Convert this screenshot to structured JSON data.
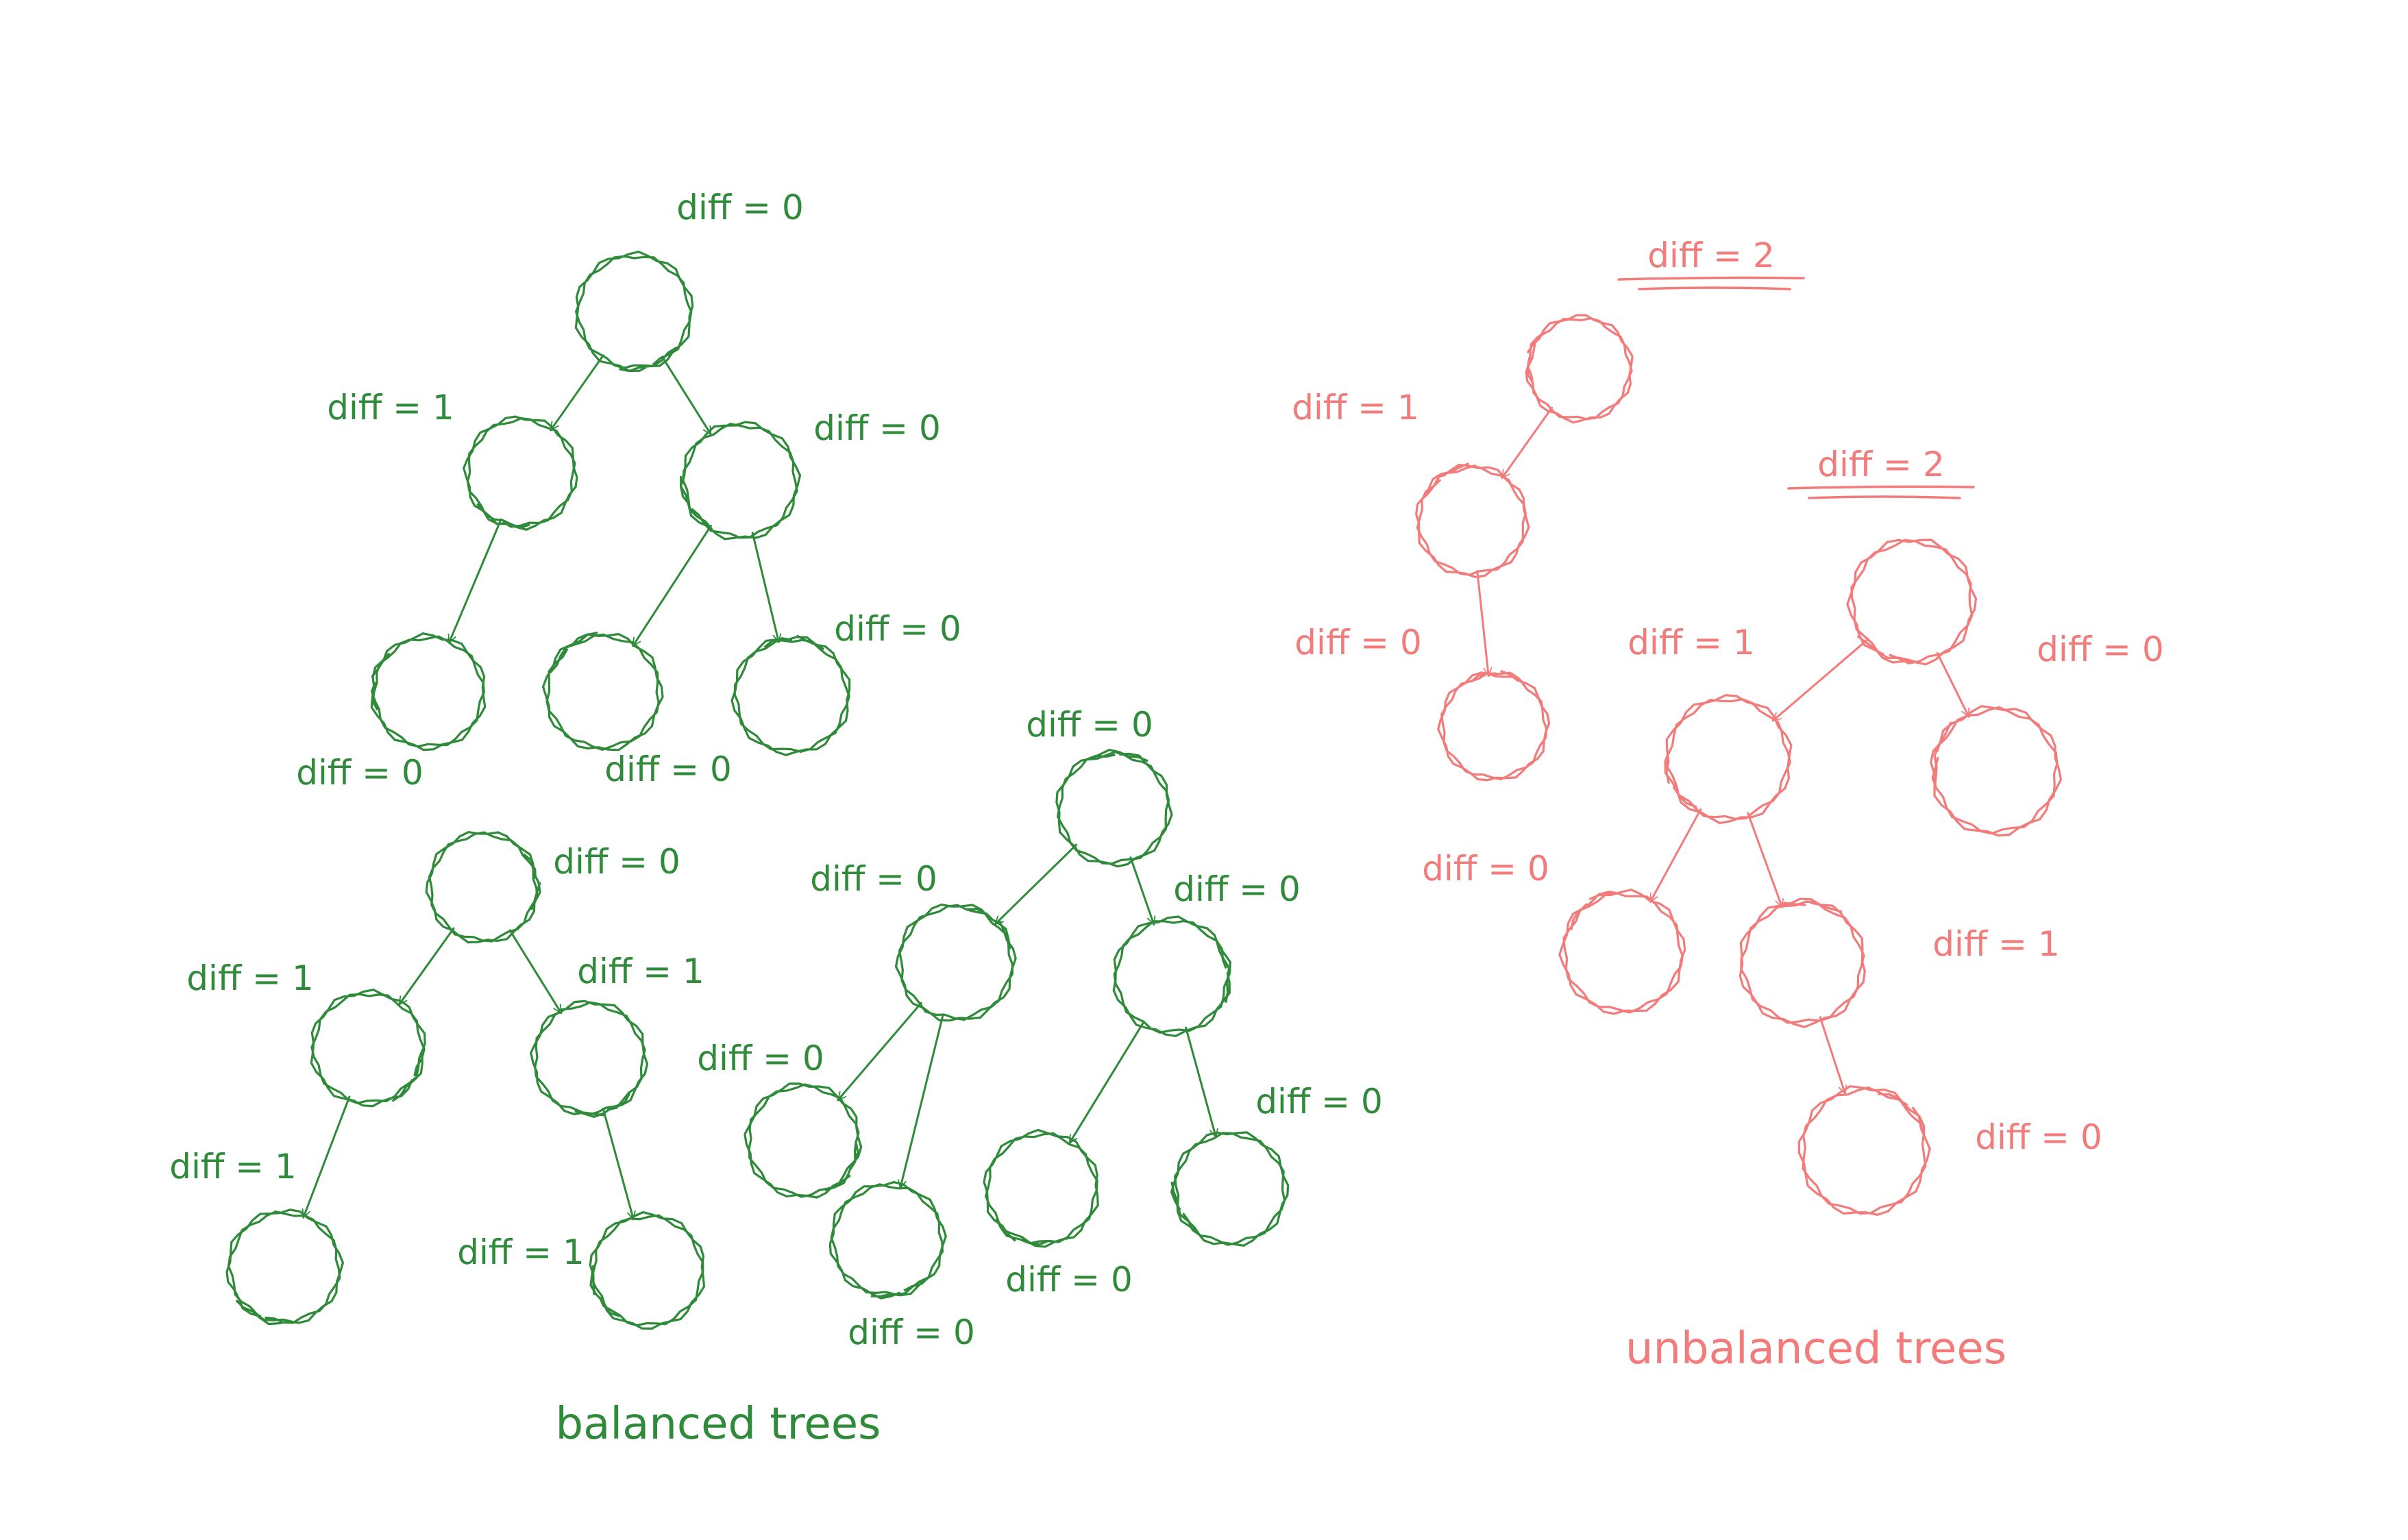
{
  "colors": {
    "balanced": "#2f8a3a",
    "unbalanced": "#f27b7b",
    "background": "#ffffff"
  },
  "captions": {
    "balanced": "balanced trees",
    "unbalanced": "unbalanced trees"
  },
  "balanced_trees": [
    {
      "name": "tree-a",
      "nodes": [
        {
          "id": "a1",
          "label": "diff = 0"
        },
        {
          "id": "a2",
          "label": "diff = 1"
        },
        {
          "id": "a3",
          "label": "diff = 0"
        },
        {
          "id": "a4",
          "label": "diff = 0"
        },
        {
          "id": "a5",
          "label": "diff = 0"
        },
        {
          "id": "a6",
          "label": "diff = 0"
        }
      ],
      "edges": [
        [
          "a1",
          "a2"
        ],
        [
          "a1",
          "a3"
        ],
        [
          "a2",
          "a4"
        ],
        [
          "a3",
          "a5"
        ],
        [
          "a3",
          "a6"
        ]
      ]
    },
    {
      "name": "tree-b",
      "nodes": [
        {
          "id": "b1",
          "label": "diff = 0"
        },
        {
          "id": "b2",
          "label": "diff = 1"
        },
        {
          "id": "b3",
          "label": "diff = 1"
        },
        {
          "id": "b4",
          "label": "diff = 1"
        },
        {
          "id": "b5",
          "label": "diff = 1"
        }
      ],
      "edges": [
        [
          "b1",
          "b2"
        ],
        [
          "b1",
          "b3"
        ],
        [
          "b2",
          "b4"
        ],
        [
          "b3",
          "b5"
        ]
      ]
    },
    {
      "name": "tree-c",
      "nodes": [
        {
          "id": "c1",
          "label": "diff = 0"
        },
        {
          "id": "c2",
          "label": "diff = 0"
        },
        {
          "id": "c3",
          "label": "diff = 0"
        },
        {
          "id": "c4",
          "label": "diff = 0"
        },
        {
          "id": "c5",
          "label": "diff = 0"
        },
        {
          "id": "c6",
          "label": "diff = 0"
        },
        {
          "id": "c7",
          "label": "diff = 0"
        }
      ],
      "edges": [
        [
          "c1",
          "c2"
        ],
        [
          "c1",
          "c3"
        ],
        [
          "c2",
          "c4"
        ],
        [
          "c2",
          "c5"
        ],
        [
          "c3",
          "c6"
        ],
        [
          "c3",
          "c7"
        ]
      ]
    }
  ],
  "unbalanced_trees": [
    {
      "name": "tree-d",
      "nodes": [
        {
          "id": "d1",
          "label": "diff = 2",
          "underlined": true
        },
        {
          "id": "d2",
          "label": "diff = 1"
        },
        {
          "id": "d3",
          "label": "diff = 0"
        }
      ],
      "edges": [
        [
          "d1",
          "d2"
        ],
        [
          "d2",
          "d3"
        ]
      ]
    },
    {
      "name": "tree-e",
      "nodes": [
        {
          "id": "e1",
          "label": "diff = 2",
          "underlined": true
        },
        {
          "id": "e2",
          "label": "diff = 1"
        },
        {
          "id": "e3",
          "label": "diff = 0"
        },
        {
          "id": "e4",
          "label": "diff = 0"
        },
        {
          "id": "e5",
          "label": "diff = 1"
        },
        {
          "id": "e6",
          "label": "diff = 0"
        }
      ],
      "edges": [
        [
          "e1",
          "e2"
        ],
        [
          "e1",
          "e3"
        ],
        [
          "e2",
          "e4"
        ],
        [
          "e2",
          "e5"
        ],
        [
          "e5",
          "e6"
        ]
      ]
    }
  ]
}
